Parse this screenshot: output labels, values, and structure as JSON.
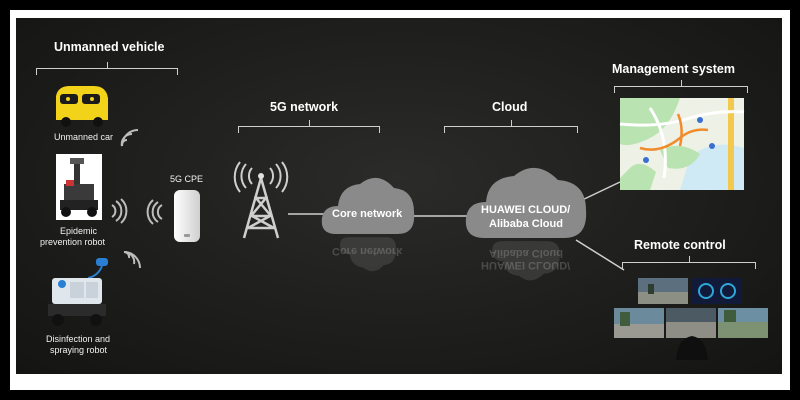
{
  "sections": {
    "vehicle_title": "Unmanned vehicle",
    "network_title": "5G network",
    "cloud_title": "Cloud",
    "management_title": "Management system",
    "remote_title": "Remote control"
  },
  "vehicles": {
    "car_label": "Unmanned car",
    "epidemic_label_1": "Epidemic",
    "epidemic_label_2": "prevention robot",
    "spray_label_1": "Disinfection and",
    "spray_label_2": "spraying robot"
  },
  "cpe_label": "5G CPE",
  "core_network_label": "Core network",
  "cloud_label_1": "HUAWEI CLOUD/",
  "cloud_label_2": "Alibaba Cloud",
  "colors": {
    "background": "#1e1e1c",
    "cloud_fill": "#8a8a8a",
    "car_yellow": "#f3d31a",
    "map_green": "#b9e3b0"
  },
  "icons": [
    "signal-wave-icon",
    "cell-tower-icon",
    "cloud-icon",
    "router-icon",
    "map-thumbnail",
    "video-wall-icon"
  ]
}
